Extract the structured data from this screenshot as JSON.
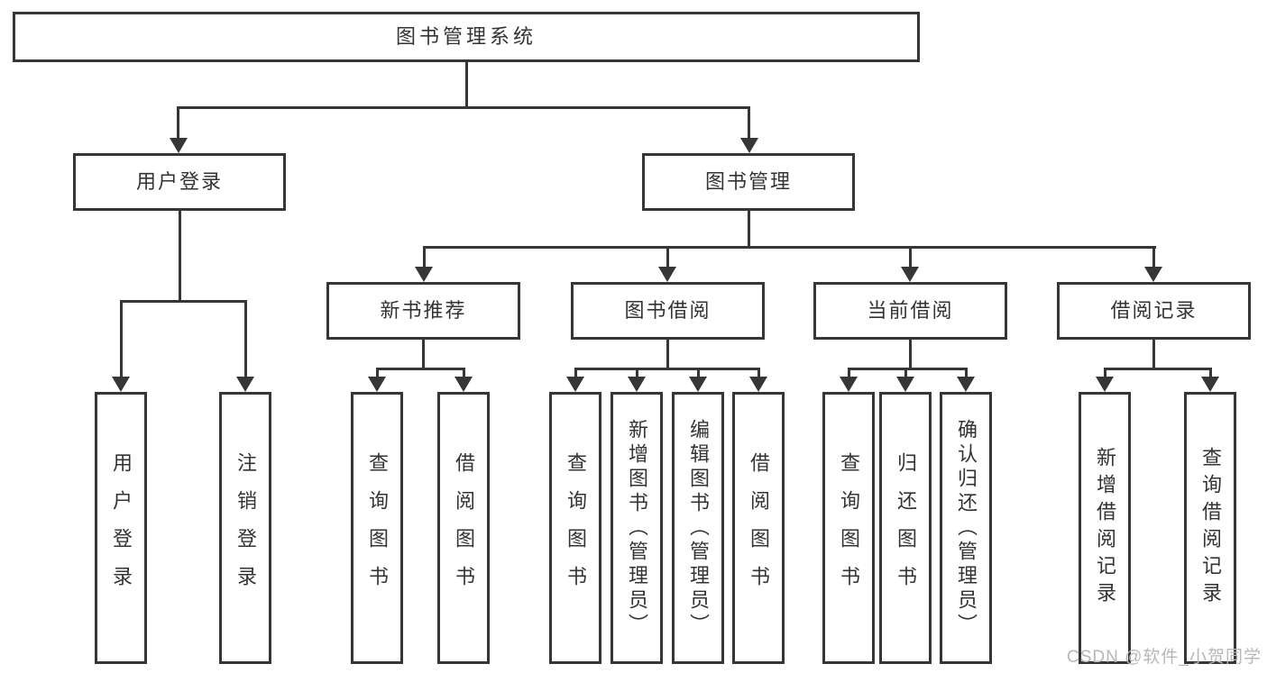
{
  "colors": {
    "line": "#363636",
    "text": "#333333",
    "bg": "#ffffff",
    "watermark": "#b7b7b7"
  },
  "diagram": {
    "root": {
      "label": "图书管理系统",
      "children": [
        {
          "label": "用户登录",
          "children": [
            {
              "label": "用户登录"
            },
            {
              "label": "注销登录"
            }
          ]
        },
        {
          "label": "图书管理",
          "children": [
            {
              "label": "新书推荐",
              "children": [
                {
                  "label": "查询图书"
                },
                {
                  "label": "借阅图书"
                }
              ]
            },
            {
              "label": "图书借阅",
              "children": [
                {
                  "label": "查询图书"
                },
                {
                  "label": "新增图书（管理员）"
                },
                {
                  "label": "编辑图书（管理员）"
                },
                {
                  "label": "借阅图书"
                }
              ]
            },
            {
              "label": "当前借阅",
              "children": [
                {
                  "label": "查询图书"
                },
                {
                  "label": "归还图书"
                },
                {
                  "label": "确认归还（管理员）"
                }
              ]
            },
            {
              "label": "借阅记录",
              "children": [
                {
                  "label": "新增借阅记录"
                },
                {
                  "label": "查询借阅记录"
                }
              ]
            }
          ]
        }
      ]
    },
    "watermark": "CSDN @软件_小贺同学"
  }
}
